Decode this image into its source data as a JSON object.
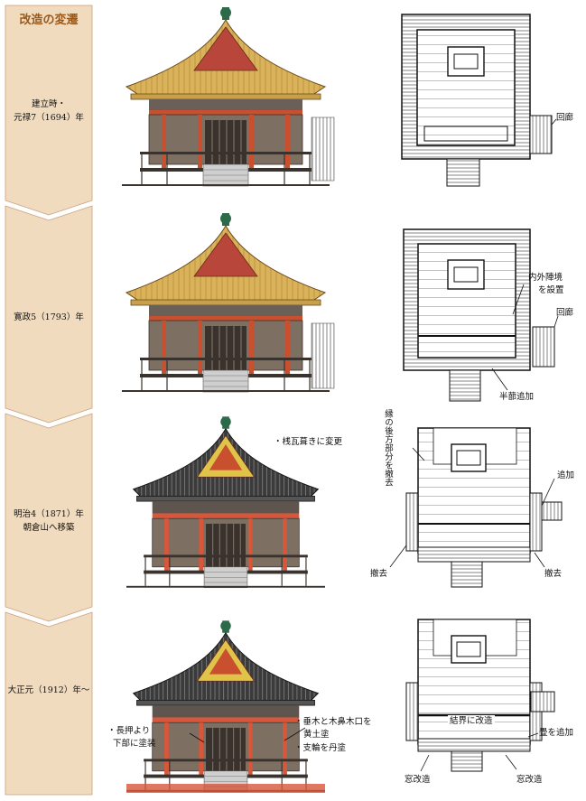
{
  "header": {
    "title": "改造の変遷"
  },
  "colors": {
    "timeline_fill": "#f1dbbf",
    "header_text": "#9a5a1c",
    "roof_copper": "#d9b25a",
    "roof_tile": "#3b3b3b",
    "vermilion": "#d8563a",
    "wood_dark": "#4a4038"
  },
  "eras": [
    {
      "id": "era1",
      "lines": [
        "建立時・",
        "元禄7（1694）年"
      ]
    },
    {
      "id": "era2",
      "lines": [
        "寛政5（1793）年"
      ]
    },
    {
      "id": "era3",
      "lines": [
        "明治4（1871）年",
        "朝倉山へ移築"
      ]
    },
    {
      "id": "era4",
      "lines": [
        "大正元（1912）年～"
      ]
    }
  ],
  "labels": {
    "kairo_1": "回廊",
    "naige_1": "内外陣境",
    "naige_2": "を設置",
    "kairo_2": "回廊",
    "hanbashi": "半蔀追加",
    "sangawara": "・桟瓦葺きに変更",
    "engawa_vertical": "縁の後方部分を撤去",
    "tsuika_3": "追加",
    "tekkyo_left": "撤去",
    "tekkyo_right": "撤去",
    "nageshi_1": "・長押より",
    "nageshi_2": "下部に塗装",
    "taruki_1": "・垂木と木鼻木口を",
    "taruki_2": "黄土塗",
    "shirin": "・支輪を丹塗",
    "kekkai": "結界に改造",
    "tatami": "畳を追加",
    "mado_left": "窓改造",
    "mado_right": "窓改造"
  }
}
